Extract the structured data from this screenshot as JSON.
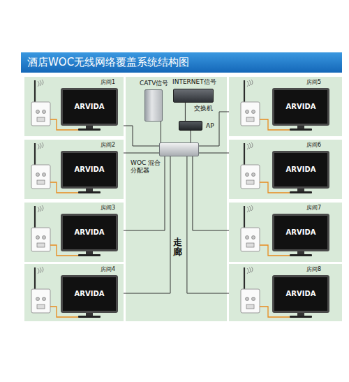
{
  "diagram": {
    "title": "酒店WOC无线网络覆盖系统结构图",
    "nodes": [
      {
        "text": [
          "走廊"
        ]
      },
      {
        "text": [
          "CATV信号"
        ],
        "in": 0
      },
      {
        "text": [
          "INTERNET信号",
          "交换机"
        ],
        "in": 0
      },
      {
        "text": [
          "AP"
        ],
        "in": 0
      },
      {
        "text": [
          "WOC 混合分配器"
        ],
        "in": 0
      },
      {
        "text": [
          "房间1"
        ]
      },
      {
        "text": [
          "ARVIDA"
        ],
        "in": 5
      },
      {
        "text": [
          "房间2"
        ]
      },
      {
        "text": [
          "ARVIDA"
        ],
        "in": 7
      },
      {
        "text": [
          "房间3"
        ]
      },
      {
        "text": [
          "ARVIDA"
        ],
        "in": 9
      },
      {
        "text": [
          "房间4"
        ]
      },
      {
        "text": [
          "ARVIDA"
        ],
        "in": 11
      },
      {
        "text": [
          "房间5"
        ]
      },
      {
        "text": [
          "ARVIDA"
        ],
        "in": 13
      },
      {
        "text": [
          "房间6"
        ]
      },
      {
        "text": [
          "ARVIDA"
        ],
        "in": 15
      },
      {
        "text": [
          "房间7"
        ]
      },
      {
        "text": [
          "ARVIDA"
        ],
        "in": 17
      },
      {
        "text": [
          "房间8"
        ]
      },
      {
        "text": [
          "ARVIDA"
        ],
        "in": 19
      }
    ],
    "edges": [
      {
        "from": 1,
        "to": 4,
        "arrow": "none"
      },
      {
        "from": 2,
        "to": 3,
        "arrow": "none"
      },
      {
        "from": 3,
        "to": 4,
        "arrow": "none"
      },
      {
        "from": 4,
        "to": 5,
        "arrow": "none"
      },
      {
        "from": 4,
        "to": 7,
        "arrow": "none"
      },
      {
        "from": 4,
        "to": 9,
        "arrow": "none"
      },
      {
        "from": 4,
        "to": 11,
        "arrow": "none"
      },
      {
        "from": 4,
        "to": 13,
        "arrow": "none"
      },
      {
        "from": 4,
        "to": 15,
        "arrow": "none"
      },
      {
        "from": 4,
        "to": 17,
        "arrow": "none"
      },
      {
        "from": 4,
        "to": 19,
        "arrow": "none"
      }
    ]
  }
}
